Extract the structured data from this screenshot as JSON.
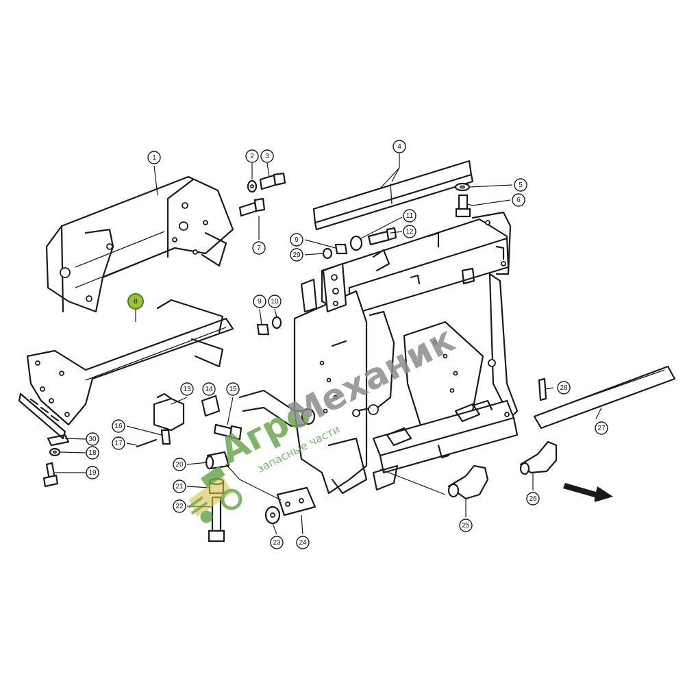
{
  "callouts": [
    {
      "id": "c1",
      "label": "1"
    },
    {
      "id": "c2",
      "label": "2"
    },
    {
      "id": "c3",
      "label": "3"
    },
    {
      "id": "c4",
      "label": "4"
    },
    {
      "id": "c5",
      "label": "5"
    },
    {
      "id": "c6",
      "label": "6"
    },
    {
      "id": "c7",
      "label": "7"
    },
    {
      "id": "c8",
      "label": "8",
      "highlighted": true
    },
    {
      "id": "c9a",
      "label": "9"
    },
    {
      "id": "c9b",
      "label": "9"
    },
    {
      "id": "c10",
      "label": "10"
    },
    {
      "id": "c11",
      "label": "11"
    },
    {
      "id": "c12",
      "label": "12"
    },
    {
      "id": "c13",
      "label": "13"
    },
    {
      "id": "c14",
      "label": "14"
    },
    {
      "id": "c15",
      "label": "15"
    },
    {
      "id": "c16",
      "label": "16"
    },
    {
      "id": "c17",
      "label": "17"
    },
    {
      "id": "c18",
      "label": "18"
    },
    {
      "id": "c19",
      "label": "19"
    },
    {
      "id": "c20",
      "label": "20"
    },
    {
      "id": "c21",
      "label": "21"
    },
    {
      "id": "c22",
      "label": "22"
    },
    {
      "id": "c23",
      "label": "23"
    },
    {
      "id": "c24",
      "label": "24"
    },
    {
      "id": "c25",
      "label": "25"
    },
    {
      "id": "c26",
      "label": "26"
    },
    {
      "id": "c27",
      "label": "27"
    },
    {
      "id": "c28",
      "label": "28"
    },
    {
      "id": "c29",
      "label": "29"
    },
    {
      "id": "c30",
      "label": "30"
    }
  ],
  "watermark": {
    "brand_part1": "Агро",
    "brand_part2": "Механик",
    "tagline": "запасные части",
    "color_green": "#6aa84f",
    "color_gray": "#8c8c8c"
  },
  "highlight_color": "#9cc23a"
}
